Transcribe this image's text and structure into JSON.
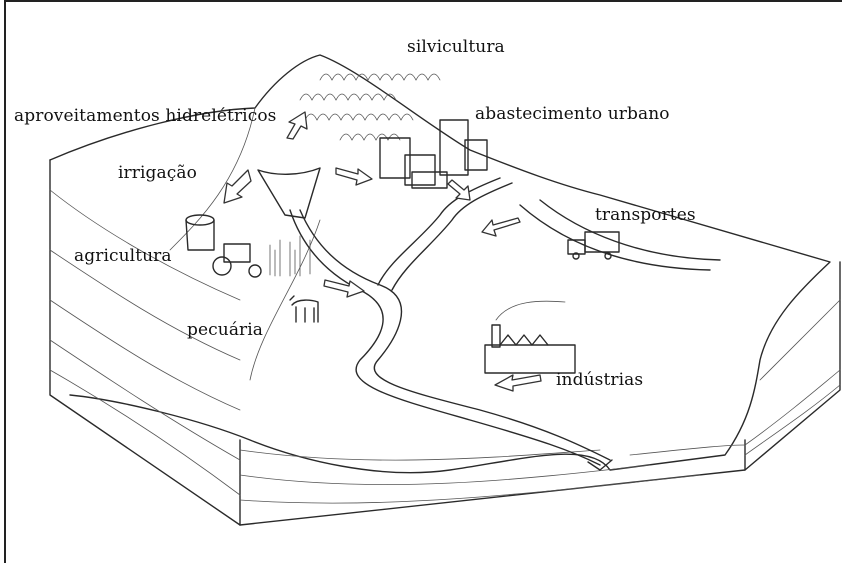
{
  "labels": {
    "silvicultura": "silvicultura",
    "hidro": "aproveitamentos hidrelétricos",
    "urbano": "abastecimento urbano",
    "irrigacao": "irrigação",
    "transportes": "transportes",
    "agricultura": "agricultura",
    "pecuaria": "pecuária",
    "industrias": "indústrias"
  },
  "icons": [
    "forest-icon",
    "buildings-icon",
    "dam-icon",
    "water-tank-icon",
    "tractor-icon",
    "crops-icon",
    "horse-icon",
    "truck-icon",
    "factory-icon"
  ]
}
